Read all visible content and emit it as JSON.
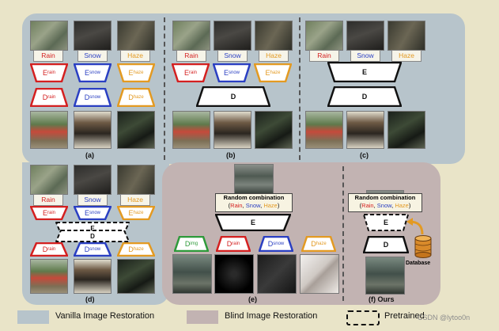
{
  "labels": {
    "rain": "Rain",
    "snow": "Snow",
    "haze": "Haze",
    "enc_rain": "E",
    "enc_rain_sub": "rain",
    "enc_snow": "E",
    "enc_snow_sub": "snow",
    "enc_haze": "E",
    "enc_haze_sub": "haze",
    "dec_rain": "D",
    "dec_rain_sub": "rain",
    "dec_snow": "D",
    "dec_snow_sub": "snow",
    "dec_haze": "D",
    "dec_haze_sub": "haze",
    "dec_img": "D",
    "dec_img_sub": "img",
    "e": "E",
    "d": "D"
  },
  "captions": {
    "a": "(a)",
    "b": "(b)",
    "c": "(c)",
    "d": "(d)",
    "e": "(e)",
    "f": "(f) Ours"
  },
  "random": {
    "title": "Random combination",
    "open": "(",
    "rain": "Rain",
    "sep1": ", ",
    "snow": "Snow",
    "sep2": ", ",
    "haze": "Haze",
    "close": ")"
  },
  "database": "Database",
  "legend": {
    "vanilla": "Vanilla Image Restoration",
    "blind": "Blind Image Restoration",
    "pretrained": "Pretrained"
  },
  "watermark": "CSDN @lytoo0n",
  "colors": {
    "rain": "#d42020",
    "snow": "#2a3fc2",
    "haze": "#e39a22",
    "img": "#2e9a3a",
    "black": "#111111"
  }
}
